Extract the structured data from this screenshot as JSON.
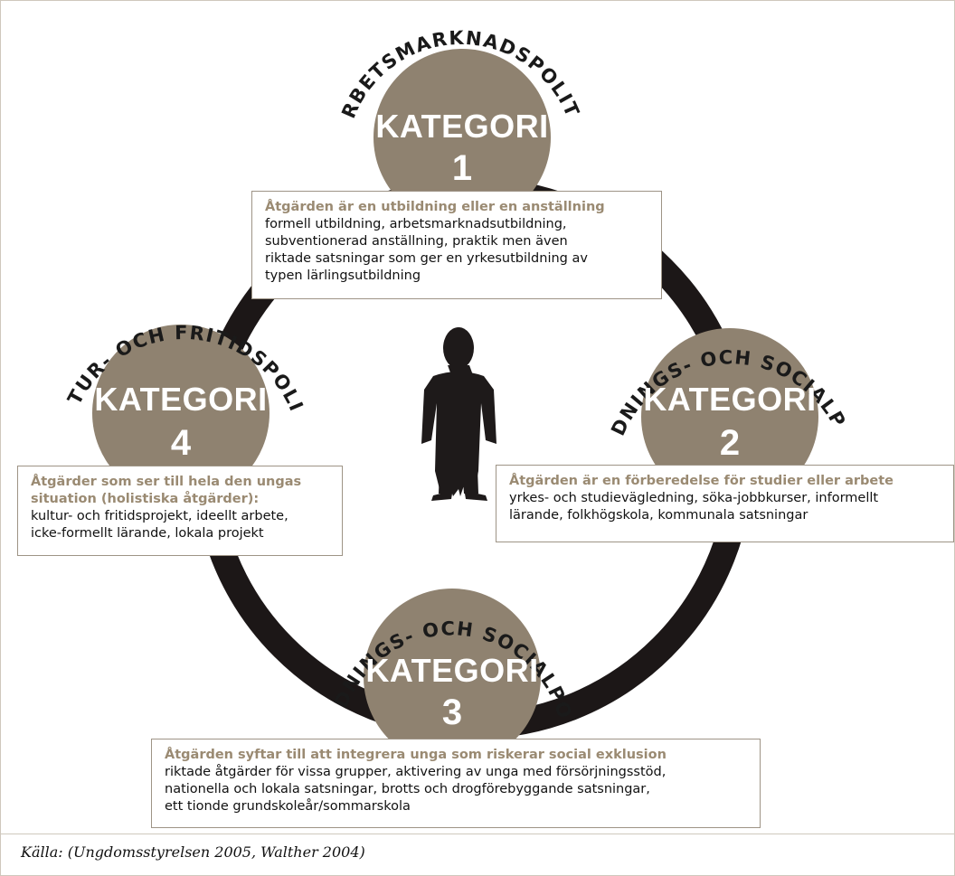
{
  "ring_color": "#1c1717",
  "circle_color": "#8f8270",
  "accent_text_color": "#9a8a72",
  "figure_icon": "person-silhouette-icon",
  "categories": [
    {
      "id": 1,
      "arc_label": "ARBETSMARKNADSPOLITIK",
      "title": "KATEGORI",
      "number": "1",
      "box_heading": "Åtgärden är en utbildning eller en anställning",
      "box_body": "formell utbildning, arbetsmarknadsutbildning,\nsubventionerad anställning, praktik men även\nriktade satsningar som ger en yrkesutbildning av\ntypen lärlingsutbildning"
    },
    {
      "id": 2,
      "arc_label": "UTBILDNINGS- OCH SOCIALPOLITIK",
      "title": "KATEGORI",
      "number": "2",
      "box_heading": "Åtgärden är en förberedelse för studier eller arbete",
      "box_body": "yrkes- och studievägledning, söka-jobbkurser, informellt\nlärande, folkhögskola, kommunala satsningar"
    },
    {
      "id": 3,
      "arc_label": "UTBILDNINGS- OCH SOCIALPOLITIK",
      "title": "KATEGORI",
      "number": "3",
      "box_heading": "Åtgärden syftar till att integrera unga som riskerar social exklusion",
      "box_body": "riktade åtgärder för vissa grupper, aktivering av unga med försörjningsstöd,\nnationella och lokala satsningar, brotts och drogförebyggande satsningar,\nett tionde grundskoleår/sommarskola"
    },
    {
      "id": 4,
      "arc_label": "KULTUR- OCH FRITIDSPOLITIK",
      "title": "KATEGORI",
      "number": "4",
      "box_heading": "Åtgärder som ser till hela den ungas\nsituation (holistiska åtgärder):",
      "box_body": "kultur- och fritidsprojekt, ideellt arbete,\nicke-formellt lärande, lokala projekt"
    }
  ],
  "source": "Källa:  (Ungdomsstyrelsen 2005, Walther 2004)"
}
